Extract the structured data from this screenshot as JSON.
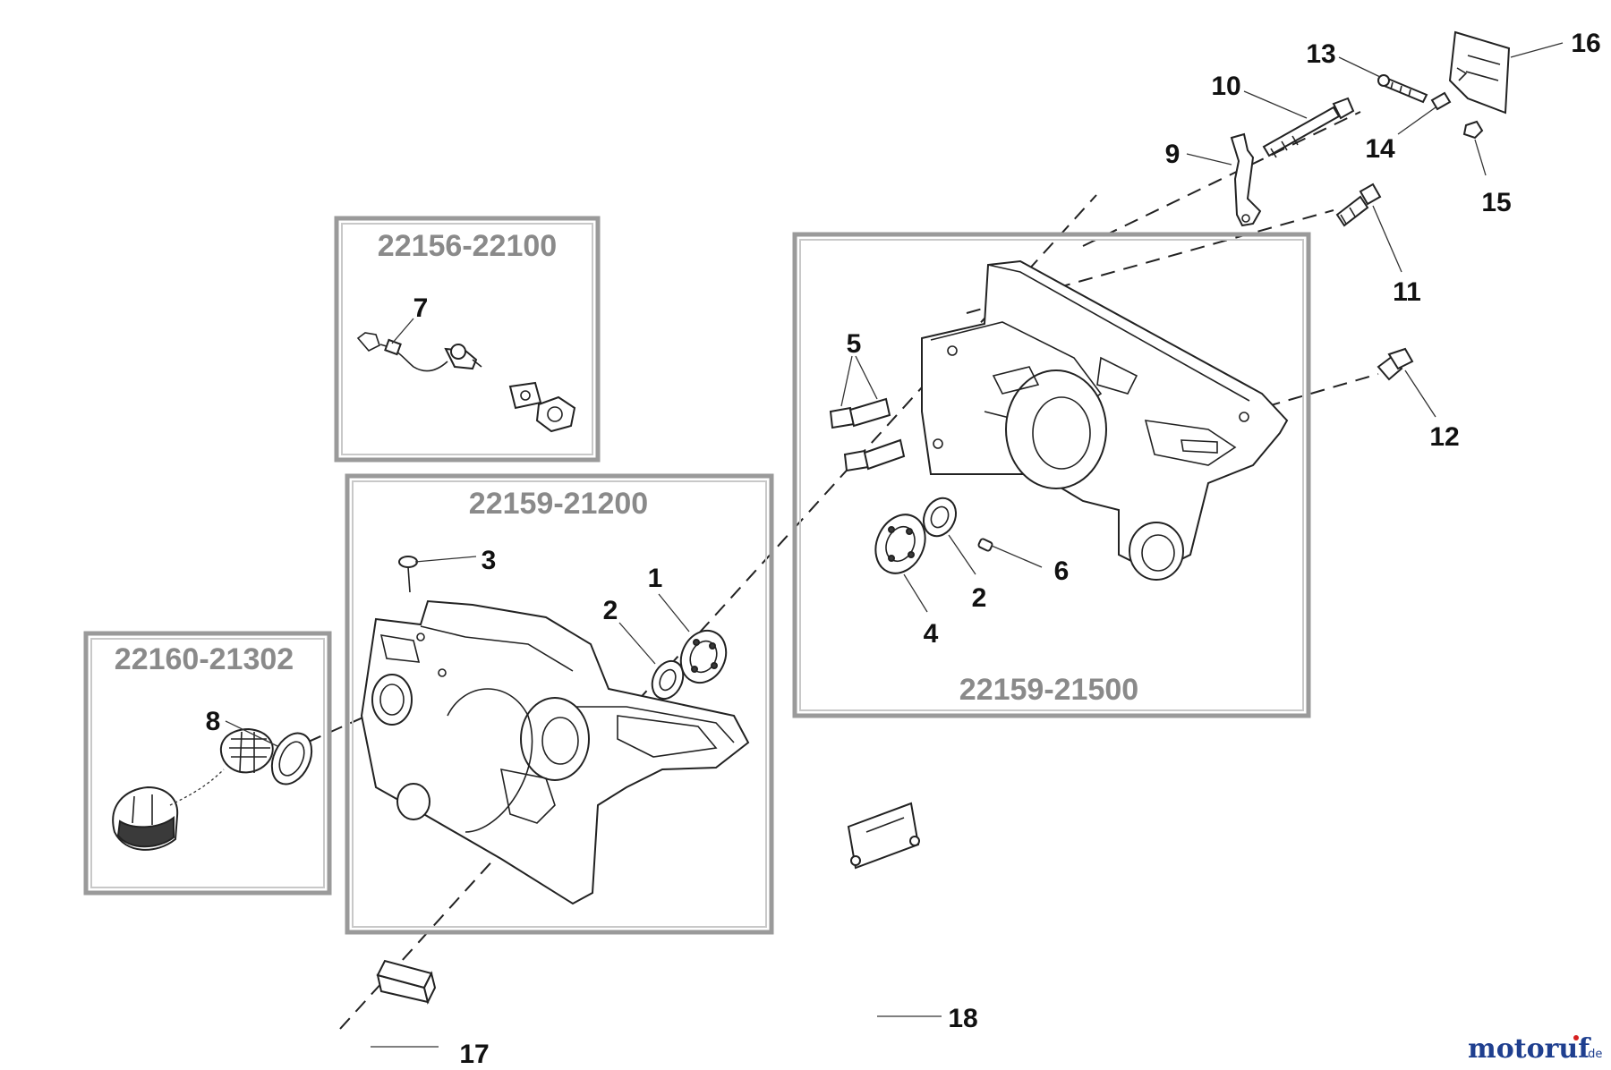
{
  "kits": {
    "oil_pump_kit": "22156-22100",
    "crankcase_half_a": "22159-21200",
    "crankcase_half_b": "22159-21500",
    "fuel_cap_kit": "22160-21302"
  },
  "callouts": {
    "c1": "1",
    "c2a": "2",
    "c2b": "2",
    "c3": "3",
    "c4": "4",
    "c5": "5",
    "c6": "6",
    "c7": "7",
    "c8": "8",
    "c9": "9",
    "c10": "10",
    "c11": "11",
    "c12": "12",
    "c13": "13",
    "c14": "14",
    "c15": "15",
    "c16": "16",
    "c17": "17",
    "c18": "18"
  },
  "brand": {
    "main": "motoruf",
    "suffix": ".de",
    "accent_color": "#1f3f8f",
    "dot_color": "#d62020"
  }
}
